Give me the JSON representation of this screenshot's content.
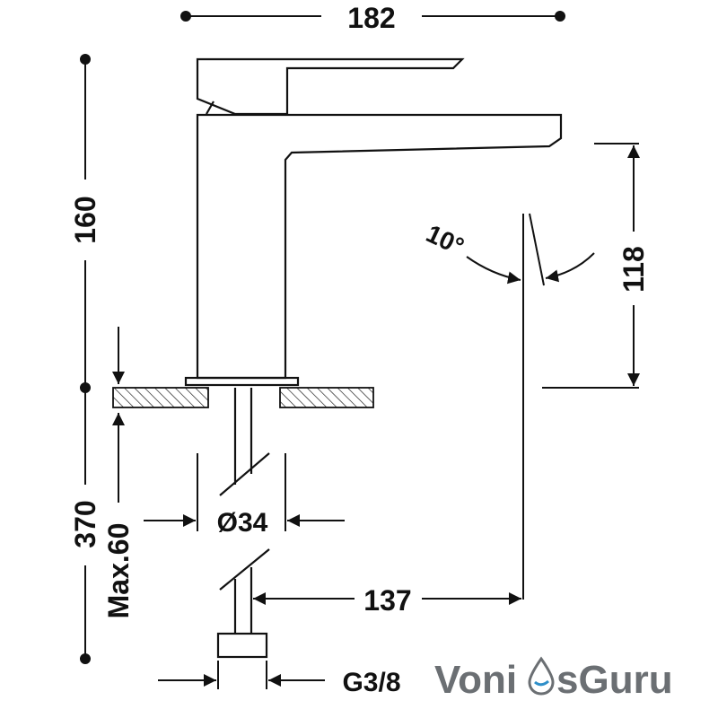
{
  "dimensions": {
    "total_width": "182",
    "upper_height": "160",
    "total_height": "370",
    "max_mount": "Max.60",
    "diameter": "Ø34",
    "spout_height": "118",
    "reach": "137",
    "tilt_angle": "10°",
    "thread": "G3/8"
  },
  "brand": {
    "part1": "Voni",
    "part2": "sGuru",
    "color": "#6b6f73",
    "drop_color": "#2f8fc9"
  }
}
